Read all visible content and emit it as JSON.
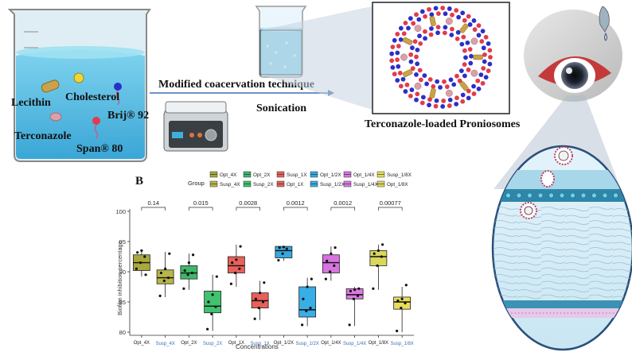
{
  "schematic": {
    "beaker_ingredients": [
      "Lecithin",
      "Cholesterol",
      "Brij® 92",
      "Terconazole",
      "Span® 80"
    ],
    "process_labels": [
      "Modified coacervation technique",
      "Sonication"
    ],
    "product_label": "Terconazole-loaded Proniosomes"
  },
  "panel_letter": "B",
  "chart_data": {
    "type": "box",
    "title": "",
    "xlabel": "Concentrations",
    "ylabel": "Biofilm inhibition percentage",
    "ylim": [
      80,
      100
    ],
    "yticks": [
      80,
      85,
      90,
      95,
      100
    ],
    "legend_title": "Group",
    "legend_placement": "top",
    "categories": [
      "Opt_4X",
      "Susp_4X",
      "Opt_2X",
      "Susp_2X",
      "Opt_1X",
      "Susp_1X",
      "Opt_1/2X",
      "Susp_1/2X",
      "Opt_1/4X",
      "Susp_1/4X",
      "Opt_1/8X",
      "Susp_1/8X"
    ],
    "legend_order": [
      "Opt_4X",
      "Susp_4X",
      "Opt_2X",
      "Susp_2X",
      "Susp_1X",
      "Opt_1X",
      "Opt_1/2X",
      "Susp_1/2X",
      "Opt_1/4X",
      "Susp_1/4X",
      "Susp_1/8X",
      "Opt_1/8X"
    ],
    "colors": {
      "Opt_4X": "#a8a83c",
      "Susp_4X": "#b9b54a",
      "Opt_2X": "#3db86a",
      "Susp_2X": "#40c26f",
      "Opt_1X": "#e8605a",
      "Susp_1X": "#e8605a",
      "Opt_1/2X": "#36a8e0",
      "Susp_1/2X": "#38aee6",
      "Opt_1/4X": "#d873e0",
      "Susp_1/4X": "#dc79e4",
      "Opt_1/8X": "#d9d75c",
      "Susp_1/8X": "#e6de5c"
    },
    "boxes": [
      {
        "name": "Opt_4X",
        "q1": 90.2,
        "median": 91.5,
        "q3": 92.8,
        "min": 89.2,
        "max": 93.6
      },
      {
        "name": "Susp_4X",
        "q1": 88.0,
        "median": 89.0,
        "q3": 90.3,
        "min": 85.8,
        "max": 93.3
      },
      {
        "name": "Opt_2X",
        "q1": 88.8,
        "median": 89.8,
        "q3": 91.0,
        "min": 87.0,
        "max": 93.0
      },
      {
        "name": "Susp_2X",
        "q1": 83.2,
        "median": 84.3,
        "q3": 86.8,
        "min": 80.2,
        "max": 89.5
      },
      {
        "name": "Opt_1X",
        "q1": 89.8,
        "median": 91.0,
        "q3": 92.5,
        "min": 87.5,
        "max": 94.5
      },
      {
        "name": "Susp_1X",
        "q1": 84.0,
        "median": 85.2,
        "q3": 86.5,
        "min": 82.0,
        "max": 88.5
      },
      {
        "name": "Opt_1/2X",
        "q1": 92.3,
        "median": 93.5,
        "q3": 94.2,
        "min": 91.8,
        "max": 94.2
      },
      {
        "name": "Susp_1/2X",
        "q1": 82.5,
        "median": 83.7,
        "q3": 87.5,
        "min": 81.0,
        "max": 89.0
      },
      {
        "name": "Opt_1/4X",
        "q1": 89.8,
        "median": 91.5,
        "q3": 92.8,
        "min": 88.5,
        "max": 94.2
      },
      {
        "name": "Susp_1/4X",
        "q1": 85.5,
        "median": 86.2,
        "q3": 87.2,
        "min": 81.0,
        "max": 87.5
      },
      {
        "name": "Opt_1/8X",
        "q1": 91.0,
        "median": 92.5,
        "q3": 93.5,
        "min": 87.0,
        "max": 94.5
      },
      {
        "name": "Susp_1/8X",
        "q1": 83.8,
        "median": 85.0,
        "q3": 85.8,
        "min": 80.0,
        "max": 87.5
      }
    ],
    "points": [
      [
        90.5,
        91.5,
        92.5,
        93.2,
        93.5,
        89.5
      ],
      [
        86.0,
        88.5,
        89.0,
        89.8,
        90.5,
        93.0
      ],
      [
        87.2,
        89.5,
        89.8,
        90.2,
        91.5,
        92.8
      ],
      [
        80.5,
        83.0,
        84.2,
        85.0,
        86.2,
        89.2
      ],
      [
        88.0,
        89.8,
        90.5,
        91.5,
        92.0,
        94.2
      ],
      [
        82.2,
        84.0,
        85.0,
        85.5,
        86.5,
        88.2
      ],
      [
        91.9,
        93.0,
        93.8,
        94.0,
        94.1
      ],
      [
        81.2,
        83.5,
        84.0,
        85.5,
        87.5,
        88.8
      ],
      [
        88.8,
        90.0,
        91.0,
        91.8,
        93.0,
        94.0
      ],
      [
        81.2,
        85.5,
        86.0,
        86.8,
        87.0,
        87.2
      ],
      [
        87.2,
        91.0,
        92.5,
        93.0,
        93.5,
        94.5
      ],
      [
        80.2,
        84.0,
        84.8,
        85.2,
        85.5,
        87.8
      ]
    ],
    "comparisons": [
      {
        "pair": [
          "Opt_4X",
          "Susp_4X"
        ],
        "p": "0.14"
      },
      {
        "pair": [
          "Opt_2X",
          "Susp_2X"
        ],
        "p": "0.015"
      },
      {
        "pair": [
          "Opt_1X",
          "Susp_1X"
        ],
        "p": "0.0028"
      },
      {
        "pair": [
          "Opt_1/2X",
          "Susp_1/2X"
        ],
        "p": "0.0012"
      },
      {
        "pair": [
          "Opt_1/4X",
          "Susp_1/4X"
        ],
        "p": "0.0012"
      },
      {
        "pair": [
          "Opt_1/8X",
          "Susp_1/8X"
        ],
        "p": "0.00077"
      }
    ]
  }
}
